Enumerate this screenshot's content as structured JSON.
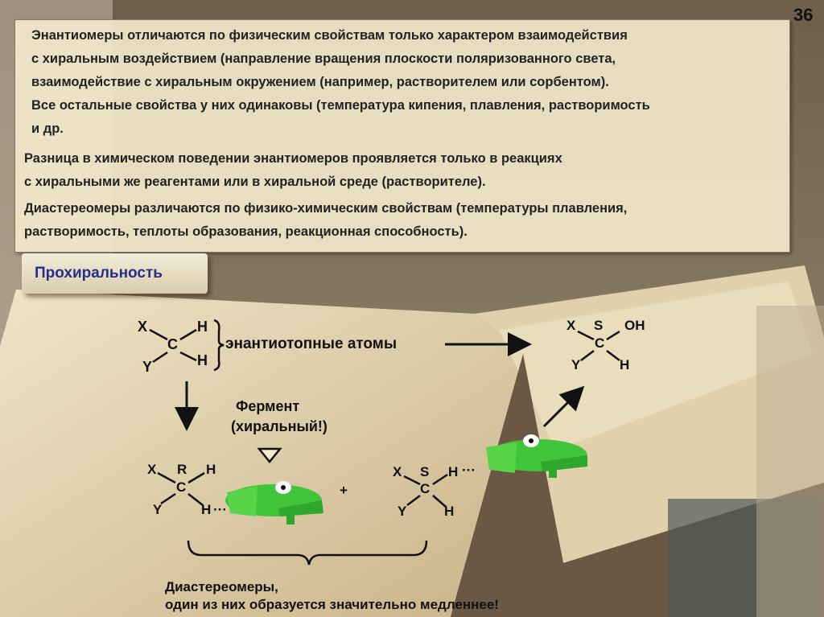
{
  "slide": {
    "page_number": "36",
    "paragraph1": [
      "Энантиомеры отличаются по физическим свойствам только характером взаимодействия",
      "с хиральным воздействием (направление вращения плоскости поляризованного света,",
      "взаимодействие с хиральным окружением (например, растворителем или сорбентом).",
      "Все остальные свойства у них одинаковы (температура кипения, плавления, растворимость",
      "и др."
    ],
    "paragraph2": [
      "Разница в химическом поведении энантиомеров проявляется только в реакциях",
      "с хиральными же реагентами или в хиральной среде (растворителе)."
    ],
    "paragraph3": [
      "Диастереомеры различаются по физико-химическим свойствам (температуры плавления,",
      "растворимость, теплоты образования, реакционная способность)."
    ],
    "section_title": "Прохиральность"
  },
  "scheme": {
    "start": {
      "x": "X",
      "y": "Y",
      "c": "C",
      "h1": "H",
      "h2": "H"
    },
    "enantiotopic_label": "энантиотопные атомы",
    "product": {
      "x": "X",
      "s": "S",
      "oh": "OH",
      "c": "C",
      "y": "Y",
      "h": "H"
    },
    "enzyme_line1": "Фермент",
    "enzyme_line2": "(хиральный!)",
    "complex_r": {
      "x": "X",
      "r": "R",
      "h_top": "H",
      "c": "C",
      "y": "Y",
      "h_bottom": "H",
      "dots": "···"
    },
    "plus": "+",
    "complex_s": {
      "x": "X",
      "s": "S",
      "h_top": "H",
      "dots": "···",
      "c": "C",
      "y": "Y",
      "h_bottom": "H"
    },
    "conclusion_line1": "Диастереомеры,",
    "conclusion_line2": "один из них образуется значительно медленнее!"
  },
  "colors": {
    "title_blue": "#23308a",
    "enzyme_green": "#3fc43a",
    "box_bg": "#f4eacd"
  }
}
